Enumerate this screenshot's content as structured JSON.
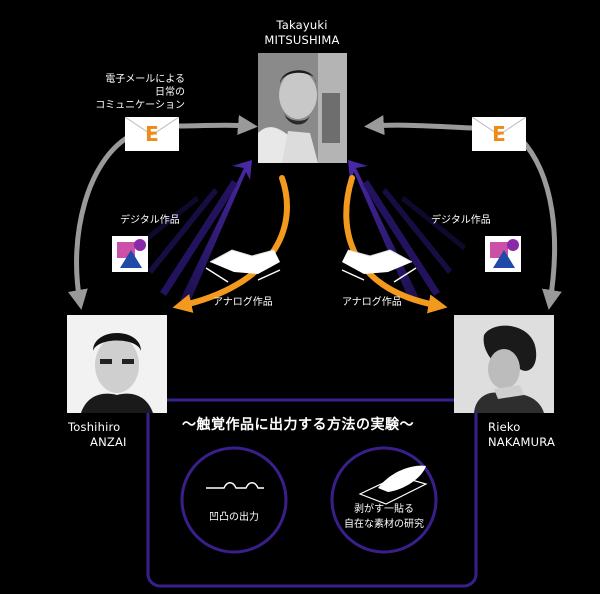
{
  "persons": {
    "top": {
      "first": "Takayuki",
      "last": "MITSUSHIMA"
    },
    "left": {
      "first": "Toshihiro",
      "last": "ANZAI"
    },
    "right": {
      "first": "Rieko",
      "last": "NAKAMURA"
    }
  },
  "email_caption": [
    "電子メールによる",
    "日常の",
    "コミュニケーション"
  ],
  "envelope_letter": "E",
  "digital_label": "デジタル作品",
  "analog_label": "アナログ作品",
  "experiment_title": "〜触覚作品に出力する方法の実験〜",
  "circles": {
    "left": "凹凸の出力",
    "right_line1": "剥がす一貼る",
    "right_line2": "自在な素材の研究"
  },
  "colors": {
    "background": "#000000",
    "analog_arrow": "#f39a1e",
    "digital_arrow": "#3a1f8c",
    "email_arrow": "#9a9a9a",
    "frame": "#3a1f8c",
    "envelope_letter": "#f08a16"
  },
  "icons": [
    "envelope-icon",
    "digital-art-icon",
    "hands-icon",
    "bump-wave-icon",
    "peel-sheet-icon",
    "photo-portrait"
  ]
}
